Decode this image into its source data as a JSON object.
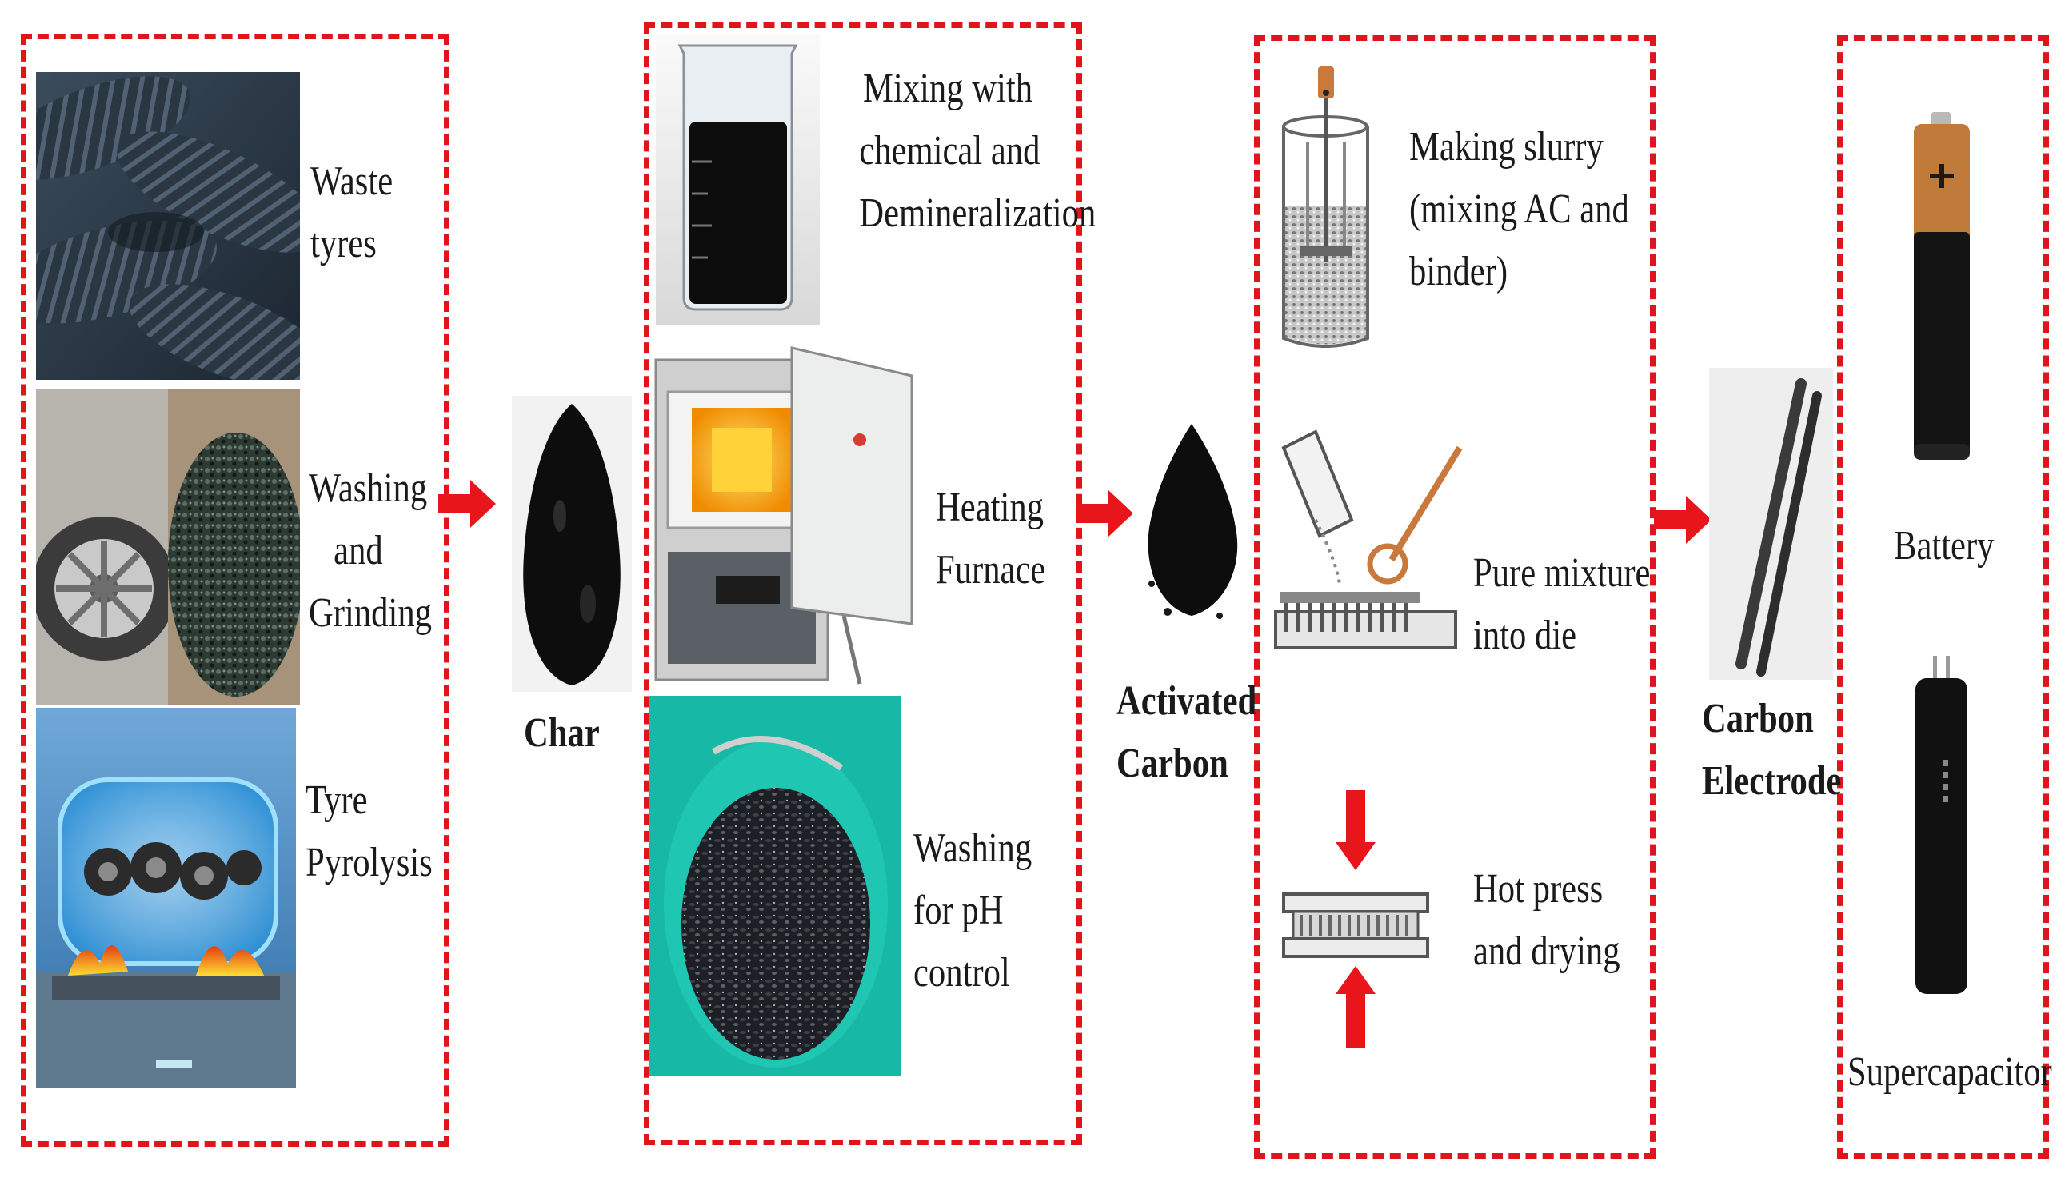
{
  "panel1": {
    "waste_tyres": [
      "Waste",
      "tyres"
    ],
    "washing_grinding": [
      "Washing",
      "and",
      "Grinding"
    ],
    "tyre_pyrolysis": [
      "Tyre",
      "Pyrolysis"
    ]
  },
  "char": {
    "label": "Char"
  },
  "panel2": {
    "mixing": [
      "Mixing with",
      "chemical and",
      "Demineralization"
    ],
    "heating": [
      "Heating",
      "Furnace"
    ],
    "washing_ph": [
      "Washing",
      "for pH",
      "control"
    ]
  },
  "activated_carbon": {
    "label": [
      "Activated",
      "Carbon"
    ]
  },
  "panel3": {
    "slurry": [
      "Making slurry",
      "(mixing AC and",
      "binder)"
    ],
    "pure_mixture": [
      "Pure mixture",
      "into die"
    ],
    "hot_press": [
      "Hot press",
      "and drying"
    ]
  },
  "carbon_electrode": {
    "label": [
      "Carbon",
      "Electrode"
    ]
  },
  "panel4": {
    "battery": "Battery",
    "supercapacitor": "Supercapacitor"
  },
  "colors": {
    "dashed_border": "#e0151b",
    "arrow": "#e8151b",
    "text": "#1a1a1a"
  }
}
